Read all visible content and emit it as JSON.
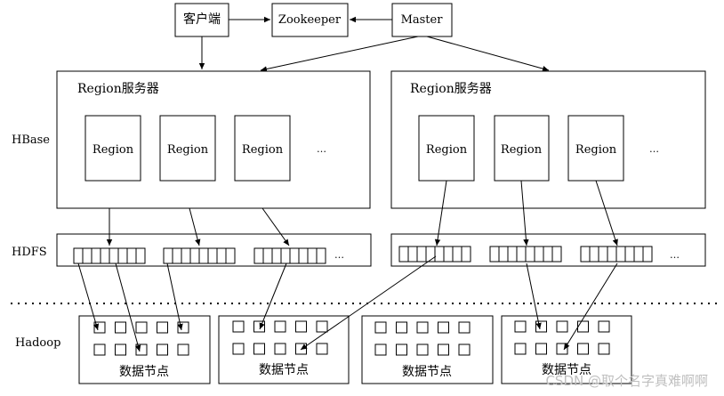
{
  "top": {
    "client": "客户端",
    "zookeeper": "Zookeeper",
    "master": "Master"
  },
  "layers": {
    "hbase": "HBase",
    "hdfs": "HDFS",
    "hadoop": "Hadoop"
  },
  "region_servers": [
    {
      "title": "Region服务器",
      "regions": [
        "Region",
        "Region",
        "Region"
      ],
      "more": "…"
    },
    {
      "title": "Region服务器",
      "regions": [
        "Region",
        "Region",
        "Region"
      ],
      "more": "…"
    }
  ],
  "hdfs_more": [
    "…",
    "…"
  ],
  "data_nodes": [
    "数据节点",
    "数据节点",
    "数据节点",
    "数据节点"
  ],
  "watermark": "CSDN @取个名字真难啊啊"
}
